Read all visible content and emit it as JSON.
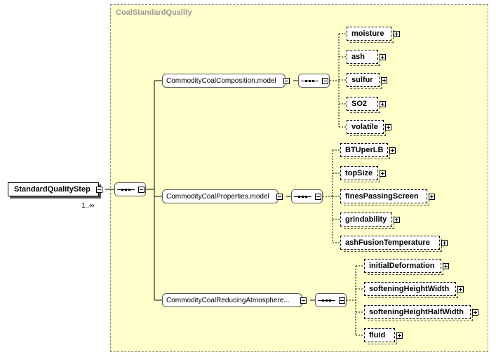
{
  "group": {
    "title": "CoalStandardQuality"
  },
  "root": {
    "label": "StandardQualityStep",
    "multiplicity": "1..∞"
  },
  "models": [
    {
      "label": "CommodityCoalComposition.model"
    },
    {
      "label": "CommodityCoalProperties.model"
    },
    {
      "label": "CommodityCoalReducingAtmosphere..."
    }
  ],
  "composition_elements": [
    {
      "label": "moisture"
    },
    {
      "label": "ash"
    },
    {
      "label": "sulfur"
    },
    {
      "label": "SO2"
    },
    {
      "label": "volatile"
    }
  ],
  "properties_elements": [
    {
      "label": "BTUperLB"
    },
    {
      "label": "topSize"
    },
    {
      "label": "finesPassingScreen"
    },
    {
      "label": "grindability"
    },
    {
      "label": "ashFusionTemperature"
    }
  ],
  "reducing_elements": [
    {
      "label": "initialDeformation"
    },
    {
      "label": "softeningHeightWidth"
    },
    {
      "label": "softeningHeightHalfWidth"
    },
    {
      "label": "fluid"
    }
  ]
}
